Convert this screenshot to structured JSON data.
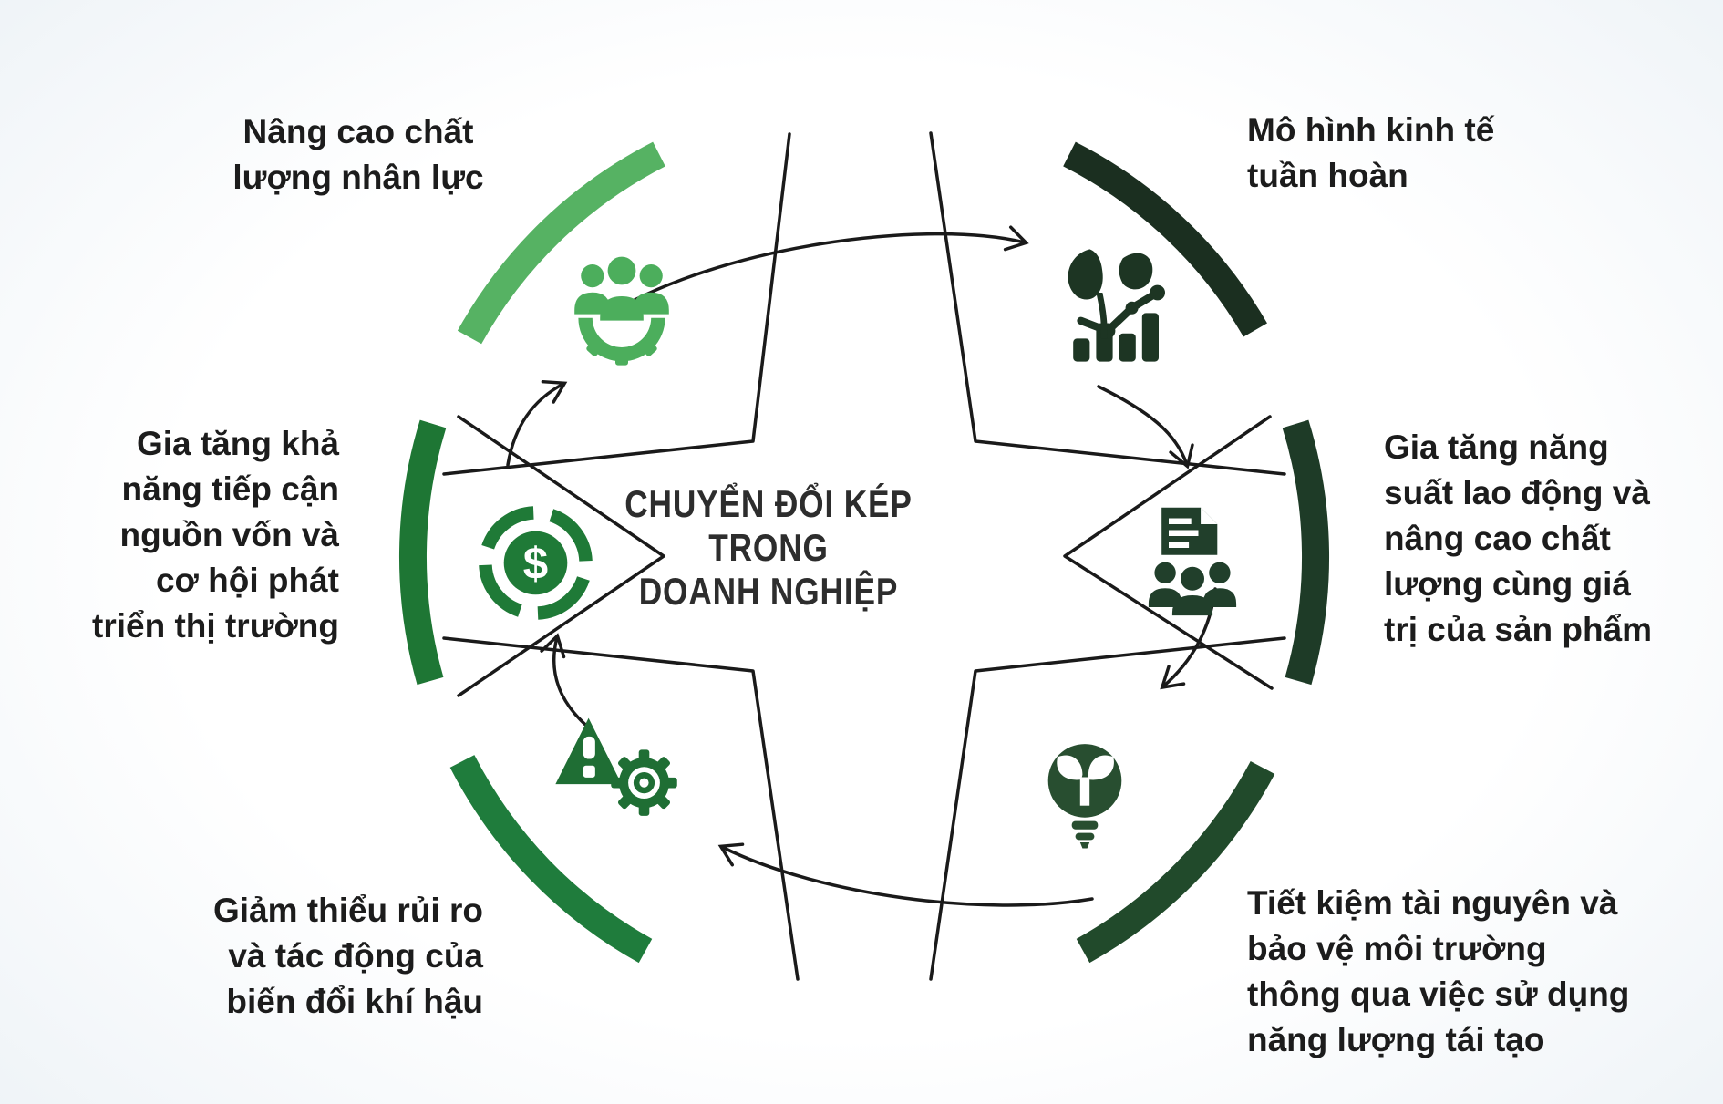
{
  "title": {
    "lines": [
      "CHUYỂN ĐỔI KÉP",
      "TRONG",
      "DOANH NGHIỆP"
    ]
  },
  "diagram": {
    "outline_color": "#1a1a1a",
    "background_tint": "#eef3f7",
    "dollar_glyph": "$"
  },
  "segments": [
    {
      "name": "human-capital",
      "icon": "team-gear-icon",
      "arc_color": "#56b263",
      "icon_color": "#4cae5c",
      "label_lines": [
        "Nâng cao chất",
        "lượng nhân lực"
      ]
    },
    {
      "name": "circular-economy",
      "icon": "plant-growth-chart-icon",
      "arc_color": "#1b2f20",
      "icon_color": "#1d3523",
      "label_lines": [
        "Mô hình kinh tế",
        "tuần hoàn"
      ]
    },
    {
      "name": "productivity-quality",
      "icon": "document-team-icon",
      "arc_color": "#1e3b27",
      "icon_color": "#213f2b",
      "label_lines": [
        "Gia tăng năng",
        "suất lao động và",
        "nâng cao chất",
        "lượng cùng giá",
        "trị của sản phẩm"
      ]
    },
    {
      "name": "resource-environment",
      "icon": "eco-bulb-icon",
      "arc_color": "#214a2b",
      "icon_color": "#284e30",
      "label_lines": [
        "Tiết kiệm tài nguyên và",
        "bảo vệ môi trường",
        "thông qua việc sử dụng",
        "năng lượng tái tạo"
      ]
    },
    {
      "name": "risk-reduction",
      "icon": "warning-gear-icon",
      "arc_color": "#1f7c3c",
      "icon_color": "#1f6e34",
      "label_lines": [
        "Giảm thiểu rủi ro",
        "và tác động của",
        "biến đổi khí hậu"
      ]
    },
    {
      "name": "capital-access",
      "icon": "dollar-target-icon",
      "arc_color": "#1e7634",
      "icon_color": "#1f7a37",
      "label_lines": [
        "Gia tăng khả",
        "năng tiếp cận",
        "nguồn vốn và",
        "cơ hội phát",
        "triển thị trường"
      ]
    }
  ]
}
